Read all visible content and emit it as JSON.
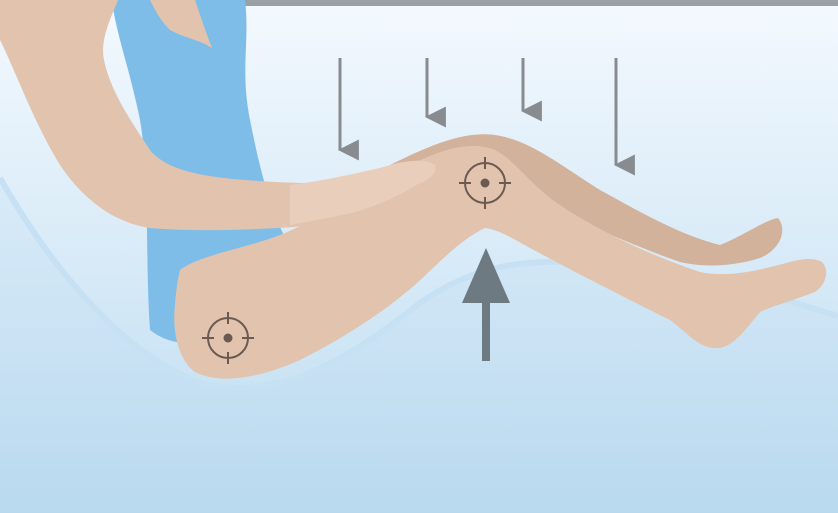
{
  "illustration": {
    "colors": {
      "background_top": "#f4f9fe",
      "background_bottom": "#bcdcf1",
      "cushion": "#c6e1f4",
      "cushion_edge": "#d9ebf8",
      "skin": "#e2c4ae",
      "skin_shadow": "#d3b29b",
      "top_garment": "#7fbde9",
      "arrow": "#888c90",
      "arrow_up": "#6e7a82",
      "target": "#6b5a52",
      "top_strip": "#9aa0a4"
    },
    "icons": {
      "pressure_arrow": "arrow-down-icon",
      "support_arrow": "arrow-up-icon",
      "joint_marker": "crosshair-target-icon"
    },
    "downward_arrow_count": 4,
    "upward_arrow_count": 1,
    "joint_marker_count": 2
  }
}
